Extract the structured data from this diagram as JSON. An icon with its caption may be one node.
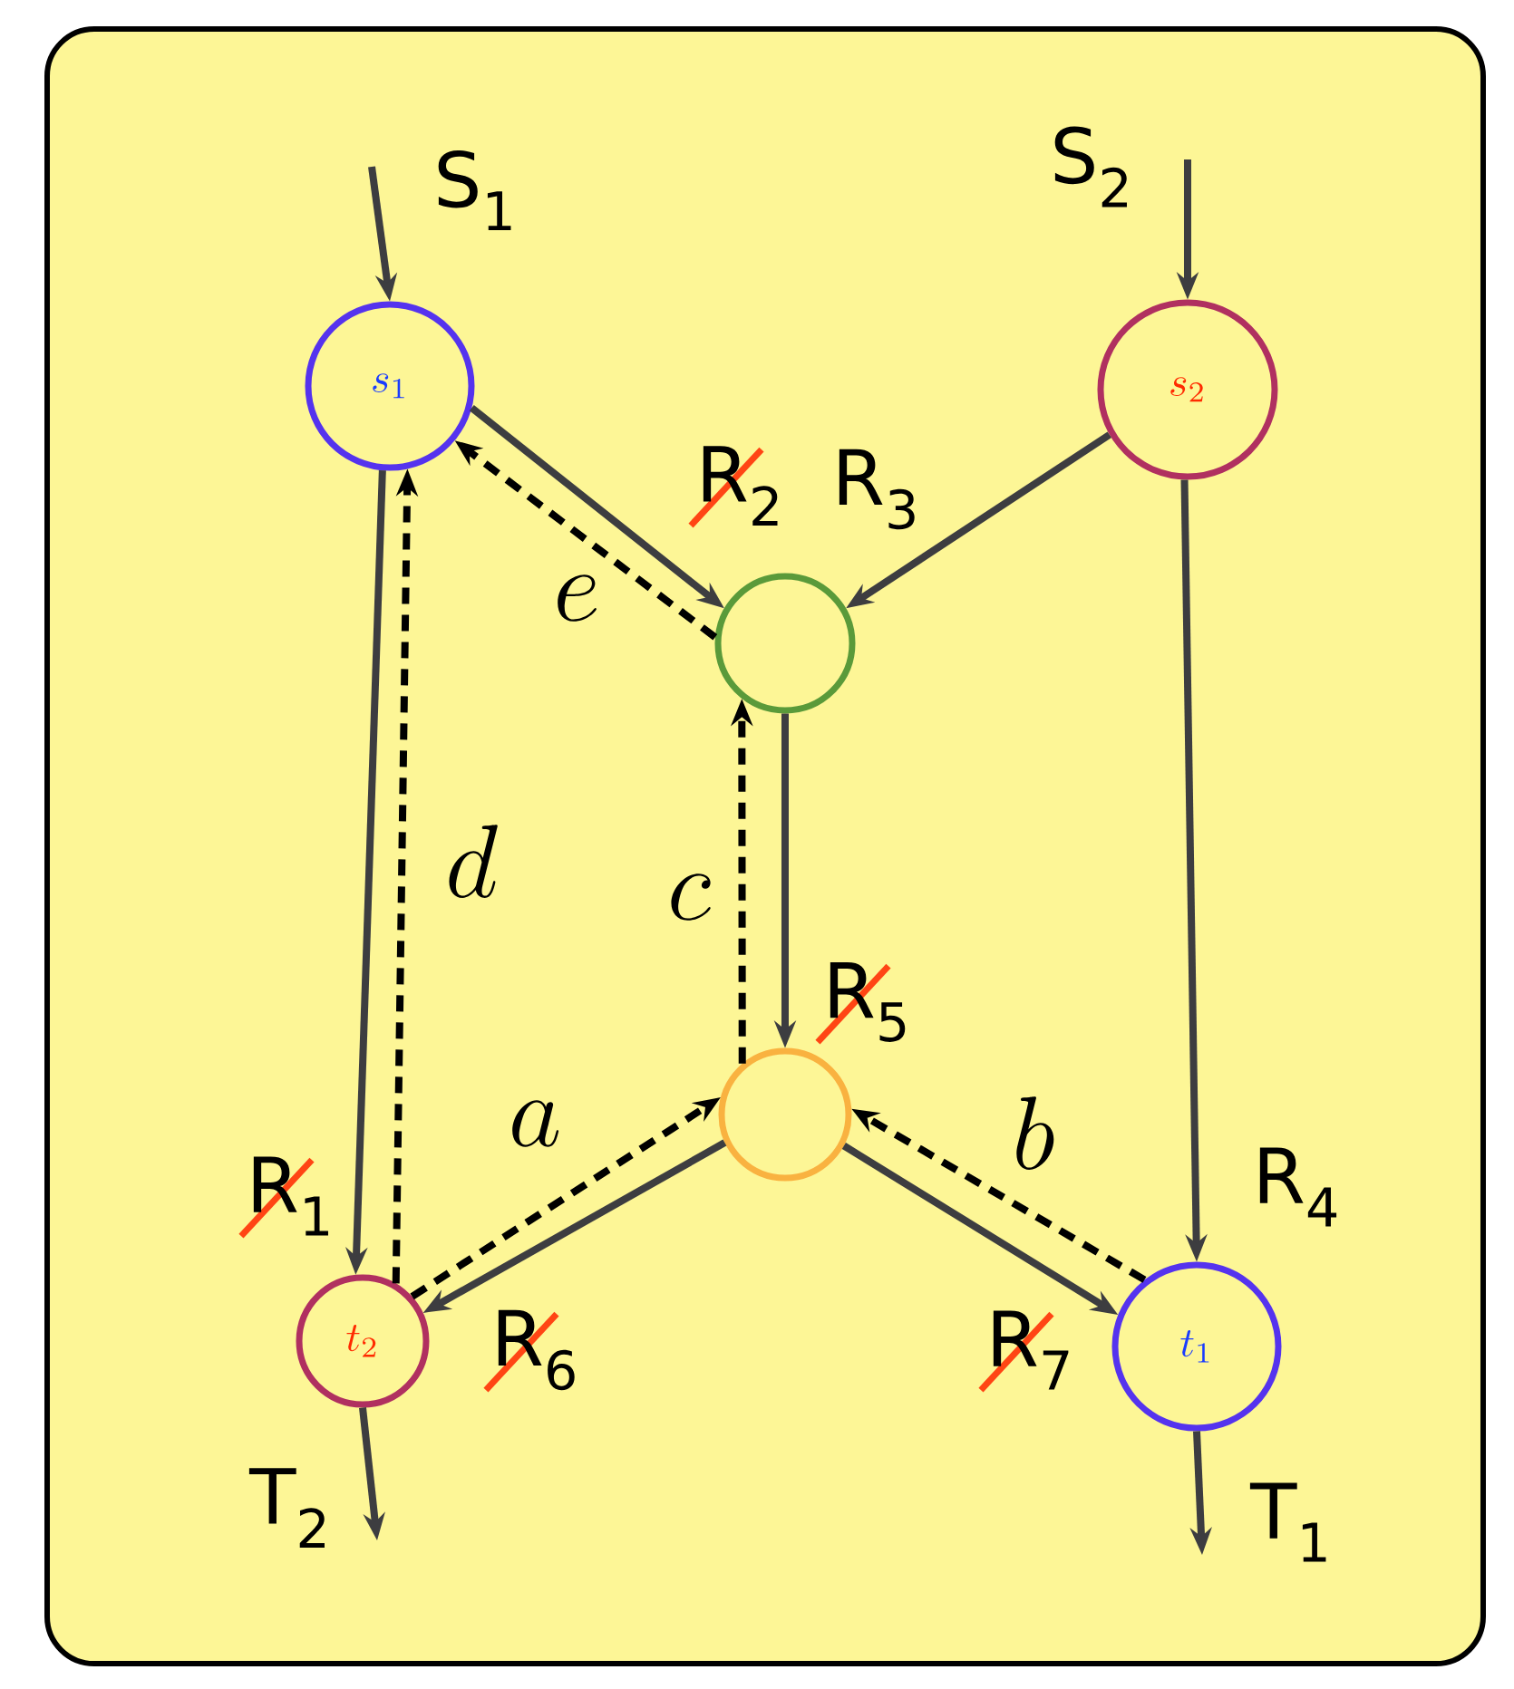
{
  "diagram": {
    "nodes": [
      {
        "text": [
          "s_1"
        ]
      },
      {
        "text": [
          "s_2"
        ]
      },
      {
        "text": [],
        "shape": "circle"
      },
      {
        "text": [],
        "shape": "circle"
      },
      {
        "text": [
          "t_2"
        ]
      },
      {
        "text": [
          "t_1"
        ]
      }
    ],
    "edges": [
      {
        "from": null,
        "to": 0,
        "arrow": "to",
        "label": "S$_{1}$"
      },
      {
        "from": null,
        "to": 1,
        "arrow": "to",
        "label": "S$_{2}$"
      },
      {
        "from": 0,
        "to": 2,
        "arrow": "to"
      },
      {
        "from": 2,
        "to": 0,
        "arrow": "to",
        "style": "dashed",
        "color": "#000000",
        "label": "e"
      },
      {
        "from": 1,
        "to": 2,
        "arrow": "to"
      },
      {
        "from": 0,
        "to": 4,
        "arrow": "to"
      },
      {
        "from": 4,
        "to": 0,
        "arrow": "to",
        "style": "dashed",
        "color": "#000000",
        "label": "d"
      },
      {
        "from": 2,
        "to": 3,
        "arrow": "to"
      },
      {
        "from": 3,
        "to": 2,
        "arrow": "to",
        "style": "dashed",
        "color": "#000000",
        "label": "c"
      },
      {
        "from": 3,
        "to": 4,
        "arrow": "to"
      },
      {
        "from": 4,
        "to": 3,
        "arrow": "to",
        "style": "dashed",
        "color": "#000000",
        "label": "a"
      },
      {
        "from": 3,
        "to": 5,
        "arrow": "to"
      },
      {
        "from": 5,
        "to": 3,
        "arrow": "to",
        "style": "dashed",
        "color": "#000000",
        "label": "b"
      },
      {
        "from": 1,
        "to": 5,
        "arrow": "to"
      },
      {
        "from": 4,
        "to": null,
        "arrow": "to",
        "label": "T$_{2}$"
      },
      {
        "from": 5,
        "to": null,
        "arrow": "to",
        "label": "T$_{1}$"
      }
    ],
    "labels": [
      "R$_{2}$",
      "R$_{3}$",
      "R$_{5}$",
      "R$_{1}$",
      "R$_{4}$",
      "R$_{6}$",
      "R$_{7}$"
    ]
  }
}
